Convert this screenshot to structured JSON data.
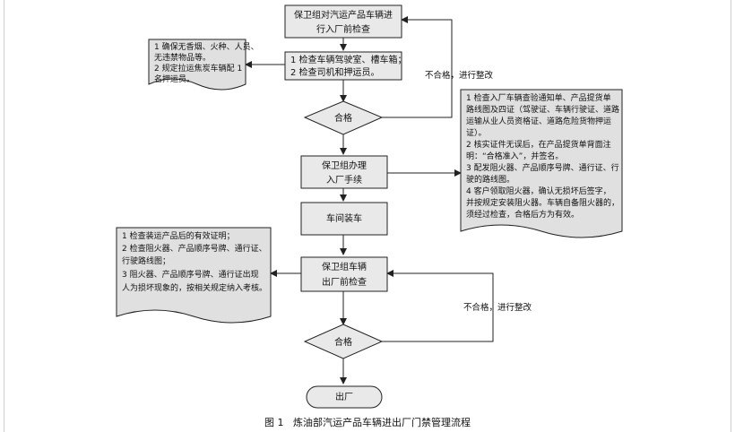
{
  "diagram": {
    "nodes": {
      "entry_inspection": [
        "保卫组对汽运产品车辆进",
        "行入厂前检查"
      ],
      "check_cab": [
        "1  检查车辆驾驶室、槽车箱；",
        "2  检查司机和押运员。"
      ],
      "pass_decision_1": "合格",
      "admission_procedure": [
        "保卫组办理",
        "入厂手续"
      ],
      "workshop_loading": "车间装车",
      "exit_inspection": [
        "保卫组车辆",
        "出厂前检查"
      ],
      "pass_decision_2": "合格",
      "exit": "出厂"
    },
    "edge_labels": {
      "rectify_1": "不合格，进行整改",
      "rectify_2": "不合格，进行整改"
    },
    "notes": {
      "entry_requirements": [
        "1  确保无香烟、火种、人员、",
        "无违禁物品等。",
        "2  规定拉运焦炭车辆配 1",
        "名押运员。"
      ],
      "admission_details": [
        "1  检查入厂车辆查验通知单、产品提货单",
        "路线图及四证（驾驶证、车辆行驶证、道路",
        "运输从业人员资格证、道路危险货物押运",
        "证）。",
        "2  核实证件无误后，在产品提货单背面注",
        "明：“合格准入”，并签名。",
        "3  配发阻火器、产品顺序号牌、通行证、行",
        "驶的路线图。",
        "4  客户领取阻火器，确认无损坏后签字，",
        "并按规定安装阻火器。车辆自备阻火器的，",
        "须经过检查，合格后方为有效。"
      ],
      "exit_checks": [
        "1  检查装运产品后的有效证明；",
        "2  检查阻火器、产品顺序号牌、通行证、",
        "行驶路线图；",
        "3  阻火器、产品顺序号牌、通行证出现",
        "人为损坏现象的，按相关规定纳入考核。"
      ]
    }
  },
  "caption": "图 1   炼油部汽运产品车辆进出厂门禁管理流程"
}
